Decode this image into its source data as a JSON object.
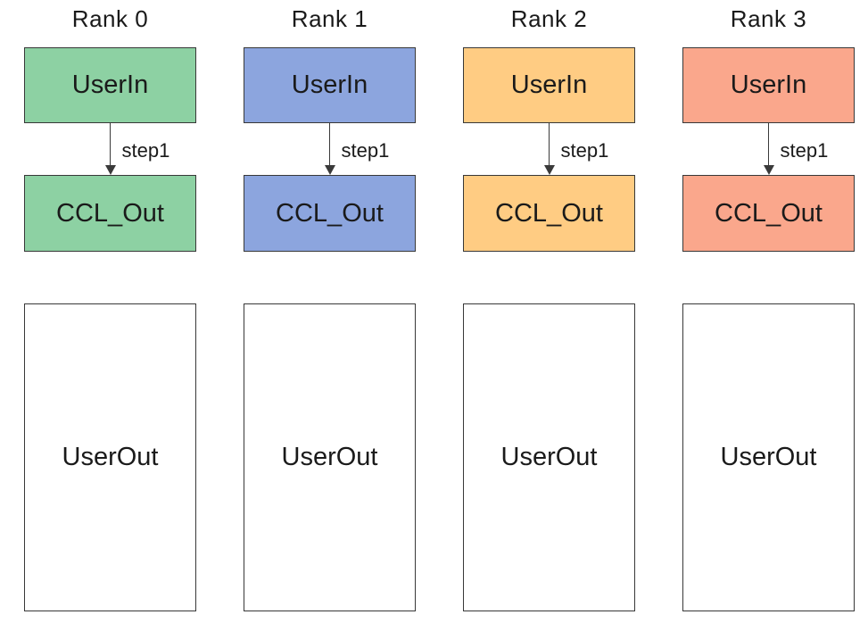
{
  "palette": {
    "border": "#383838",
    "arrow": "#3a3a3a",
    "text": "#1a1a1a",
    "background": "#ffffff"
  },
  "ranks": [
    {
      "title": "Rank 0",
      "color": "#8dd1a3",
      "user_in": "UserIn",
      "step": "step1",
      "ccl_out": "CCL_Out",
      "user_out": "UserOut"
    },
    {
      "title": "Rank 1",
      "color": "#8ca5de",
      "user_in": "UserIn",
      "step": "step1",
      "ccl_out": "CCL_Out",
      "user_out": "UserOut"
    },
    {
      "title": "Rank 2",
      "color": "#ffcc83",
      "user_in": "UserIn",
      "step": "step1",
      "ccl_out": "CCL_Out",
      "user_out": "UserOut"
    },
    {
      "title": "Rank 3",
      "color": "#faa78c",
      "user_in": "UserIn",
      "step": "step1",
      "ccl_out": "CCL_Out",
      "user_out": "UserOut"
    }
  ]
}
